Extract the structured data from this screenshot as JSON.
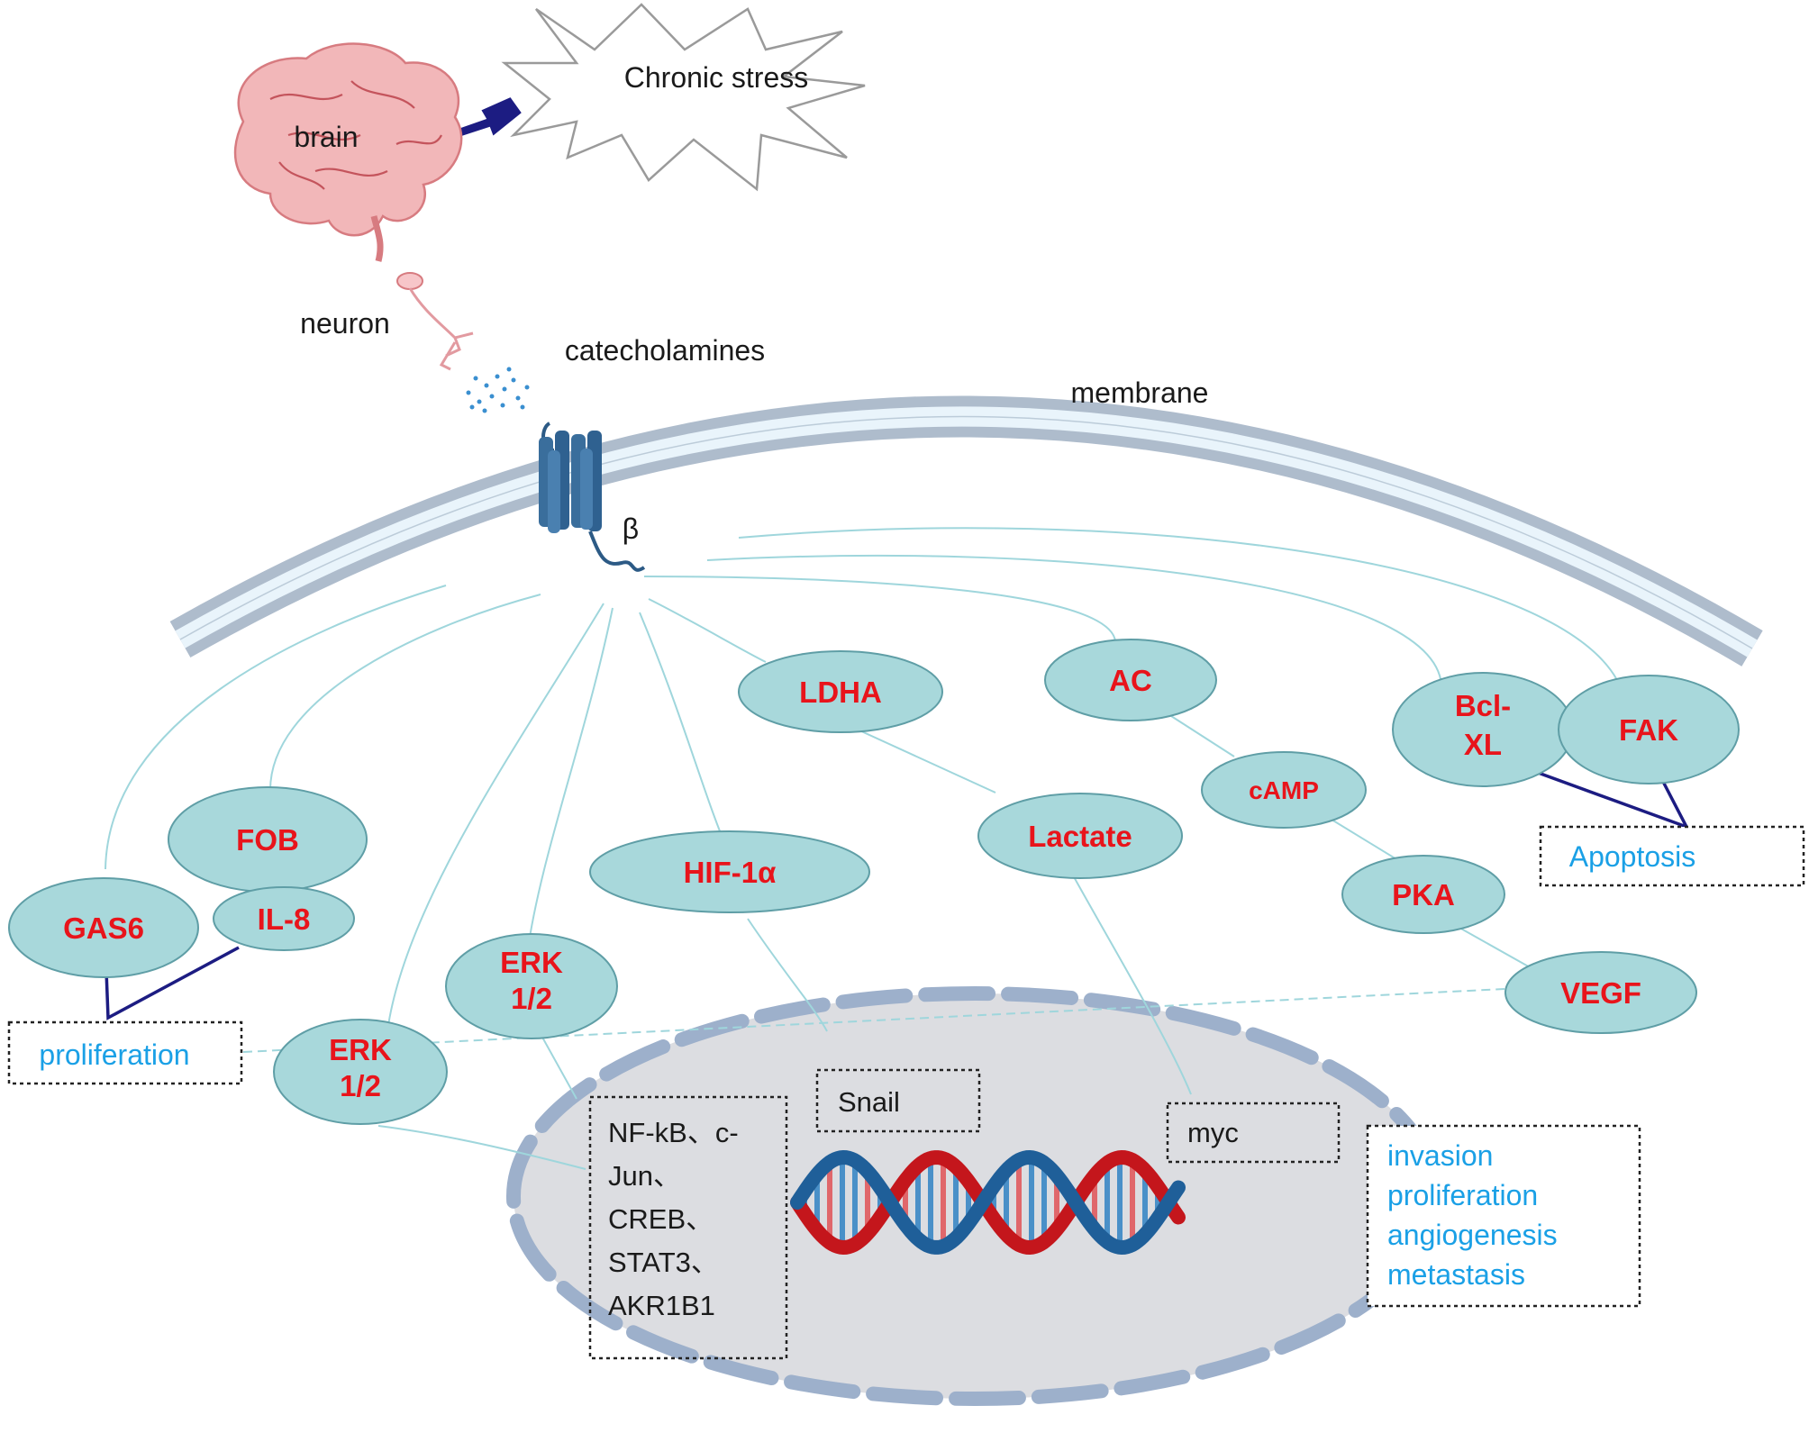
{
  "stimulus": {
    "label": "Chronic stress"
  },
  "brain": {
    "label": "brain"
  },
  "neuron": {
    "label": "neuron"
  },
  "ligand": {
    "label": "catecholamines"
  },
  "membrane": {
    "label": "membrane"
  },
  "receptor": {
    "label": "β"
  },
  "nodes": {
    "gas6": "GAS6",
    "fob": "FOB",
    "il8": "IL-8",
    "erk_a_1": "ERK",
    "erk_a_2": "1/2",
    "erk_b_1": "ERK",
    "erk_b_2": "1/2",
    "hif": "HIF-1α",
    "ldha": "LDHA",
    "lactate": "Lactate",
    "ac": "AC",
    "camp": "cAMP",
    "pka": "PKA",
    "bclxl_1": "Bcl-",
    "bclxl_2": "XL",
    "fak": "FAK",
    "vegf": "VEGF"
  },
  "outcomes": {
    "proliferation": "proliferation",
    "apoptosis": "Apoptosis",
    "nucleus_outcomes": [
      "invasion",
      "proliferation",
      "angiogenesis",
      "metastasis"
    ]
  },
  "nucleus": {
    "tf_lines": [
      "NF-kB、c-",
      "Jun、",
      "CREB、",
      "STAT3、",
      "AKR1B1"
    ],
    "snail": "Snail",
    "myc": "myc"
  },
  "colors": {
    "node_fill": "#a8d8db",
    "node_text": "#e8141b",
    "outcome_text": "#1aa0e6",
    "inhibition_line": "#1c1c82",
    "membrane": "#aebccc",
    "nucleus_fill": "#dcdde1",
    "dna_blue": "#1f5f99",
    "dna_red": "#c4161c"
  }
}
